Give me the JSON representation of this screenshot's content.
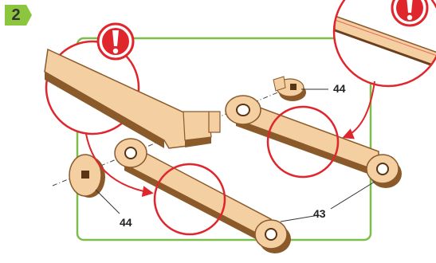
{
  "step": {
    "number": "2",
    "badge_color": "#8cc63f"
  },
  "labels": {
    "part_44_top": "44",
    "part_44_bottom": "44",
    "part_43": "43"
  },
  "colors": {
    "frame_green": "#7dbd4b",
    "callout_red": "#e0262d",
    "wood": "#f3cfa1",
    "wood_edge": "#8b5a2b"
  },
  "icons": {
    "warning": "exclamation-mark-icon"
  }
}
